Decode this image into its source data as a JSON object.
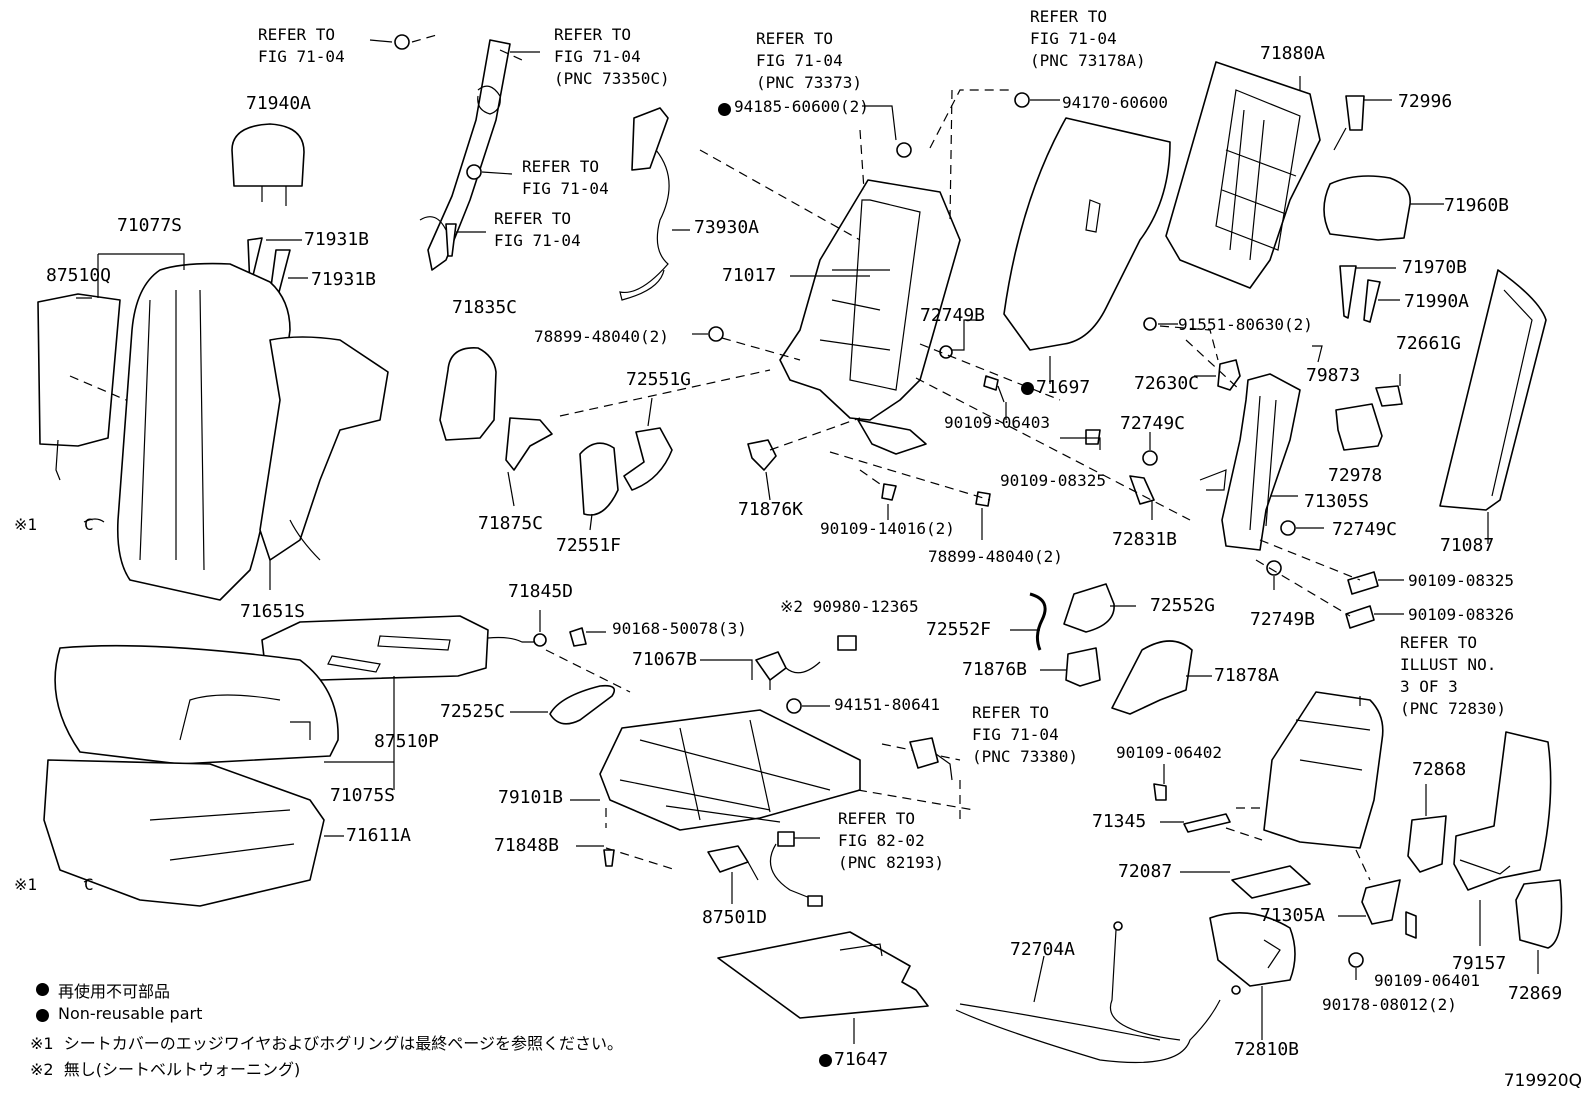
{
  "labels": {
    "l_71940A": "71940A",
    "l_71077S": "71077S",
    "l_87510Q": "87510Q",
    "l_71931B_1": "71931B",
    "l_71931B_2": "71931B",
    "l_71651S": "71651S",
    "l_71835C": "71835C",
    "l_71875C": "71875C",
    "l_72551G": "72551G",
    "l_72551F": "72551F",
    "l_71876K": "71876K",
    "l_73930A": "73930A",
    "l_71017": "71017",
    "l_72749B_1": "72749B",
    "l_71697": "71697",
    "l_72630C": "72630C",
    "l_72749C_1": "72749C",
    "l_72831B": "72831B",
    "l_71305S": "71305S",
    "l_72749C_2": "72749C",
    "l_72749B_2": "72749B",
    "l_71880A": "71880A",
    "l_72996": "72996",
    "l_71960B": "71960B",
    "l_71970B": "71970B",
    "l_71990A": "71990A",
    "l_72661G": "72661G",
    "l_79873": "79873",
    "l_72978": "72978",
    "l_71087": "71087",
    "l_71845D": "71845D",
    "l_87510P": "87510P",
    "l_71075S": "71075S",
    "l_71611A": "71611A",
    "l_72525C": "72525C",
    "l_71067B": "71067B",
    "l_79101B": "79101B",
    "l_71848B": "71848B",
    "l_87501D": "87501D",
    "l_72552F": "72552F",
    "l_72552G": "72552G",
    "l_71876B": "71876B",
    "l_71878A": "71878A",
    "l_71345": "71345",
    "l_72087": "72087",
    "l_71305A": "71305A",
    "l_72868": "72868",
    "l_79157": "79157",
    "l_72869": "72869",
    "l_72704A": "72704A",
    "l_72810B": "72810B",
    "l_71647": "71647"
  },
  "small_labels": {
    "s_94185": "94185-60600(2)",
    "s_94170": "94170-60600",
    "s_78899_1": "78899-48040(2)",
    "s_90109_06403": "90109-06403",
    "s_90109_08325_1": "90109-08325",
    "s_90109_14016": "90109-14016(2)",
    "s_78899_2": "78899-48040(2)",
    "s_91551": "91551-80630(2)",
    "s_90109_08325_2": "90109-08325",
    "s_90109_08326": "90109-08326",
    "s_90168": "90168-50078(3)",
    "s_90980": "※2 90980-12365",
    "s_94151": "94151-80641",
    "s_90109_06402": "90109-06402",
    "s_90109_06401": "90109-06401",
    "s_90178": "90178-08012(2)"
  },
  "refers": {
    "r1": "REFER TO\nFIG 71-04",
    "r2": "REFER TO\nFIG 71-04\n(PNC 73350C)",
    "r3": "REFER TO\nFIG 71-04",
    "r4": "REFER TO\nFIG 71-04",
    "r5": "REFER TO\nFIG 71-04\n(PNC 73373)",
    "r6": "REFER TO\nFIG 71-04\n(PNC 73178A)",
    "r7": "REFER TO\nFIG 71-04\n(PNC 73380)",
    "r8": "REFER TO\nFIG 82-02\n(PNC 82193)",
    "r9": "REFER TO\nILLUST NO.\n3 OF 3\n(PNC 72830)"
  },
  "notes": {
    "note1a": "※1",
    "note1b": "※1",
    "c1": "C",
    "c2": "C"
  },
  "legend": {
    "line1": "再使用不可部品",
    "line2": "Non-reusable part",
    "line3": "※1  シートカバーのエッジワイヤおよびホグリングは最終ページを参照ください。",
    "line4": "※2  無し(シートベルトウォーニング)"
  },
  "figure_id": "719920Q"
}
